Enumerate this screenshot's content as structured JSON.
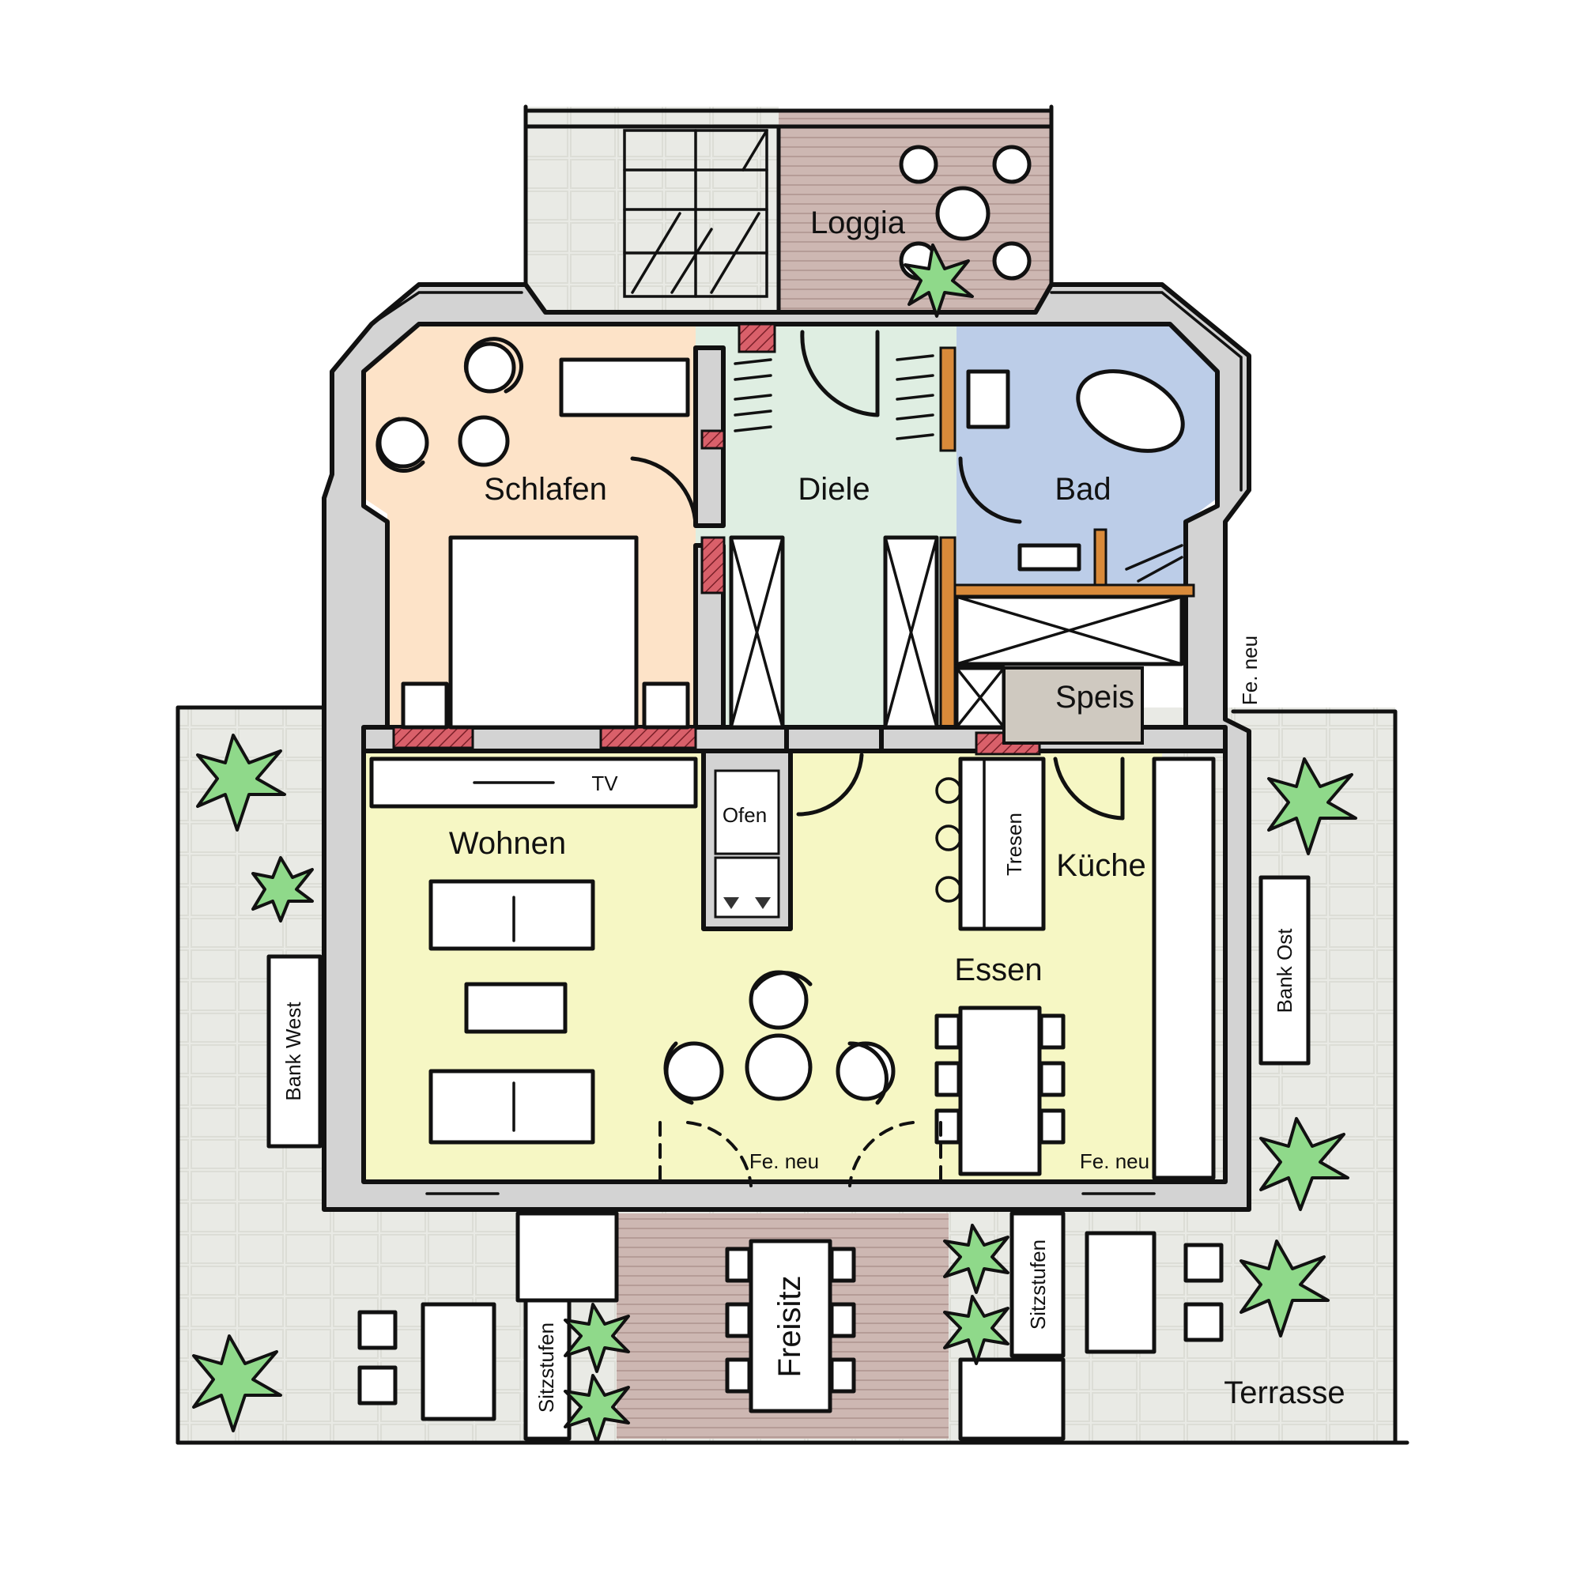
{
  "rooms": {
    "loggia": "Loggia",
    "schlafen": "Schlafen",
    "diele": "Diele",
    "bad": "Bad",
    "speis": "Speis",
    "wohnen": "Wohnen",
    "kueche": "Küche",
    "essen": "Essen",
    "freisitz": "Freisitz",
    "terrasse": "Terrasse"
  },
  "fixtures": {
    "tv": "TV",
    "ofen": "Ofen",
    "tresen": "Tresen",
    "bank_west": "Bank West",
    "bank_ost": "Bank Ost",
    "sitzstufen_left": "Sitzstufen",
    "sitzstufen_right": "Sitzstufen"
  },
  "notes": {
    "fenster_neu_east": "Fe. neu",
    "fenster_neu_center": "Fe. neu",
    "fenster_neu_right": "Fe. neu"
  },
  "colors": {
    "schlafen": "#fde3c8",
    "diele": "#dfeee2",
    "bad": "#bccde8",
    "wohnen": "#f6f7c4",
    "speis": "#cfc9c0",
    "loggia": "#cdb7b2",
    "terrace": "#e9eae5",
    "plant": "#8fd98a",
    "hatch": "#d9606a"
  }
}
